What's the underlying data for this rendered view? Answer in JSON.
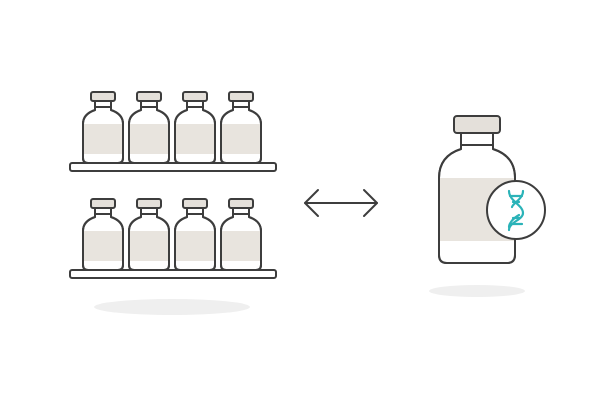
{
  "colors": {
    "outline": "#3d3d3d",
    "cap": "#e4e0da",
    "label_band": "#e8e4de",
    "bottle_body": "#ffffff",
    "shadow": "#efefef",
    "dna": "#2bb3b8",
    "badge_fill": "#ffffff"
  },
  "icons": {
    "exchange": "double-headed-arrow-icon",
    "badge": "dna-icon"
  },
  "shelves": [
    {
      "name": "top-shelf",
      "vial_count": 4
    },
    {
      "name": "bottom-shelf",
      "vial_count": 4
    }
  ],
  "single_bottle": {
    "name": "single-bottle",
    "badge": "dna-icon"
  }
}
